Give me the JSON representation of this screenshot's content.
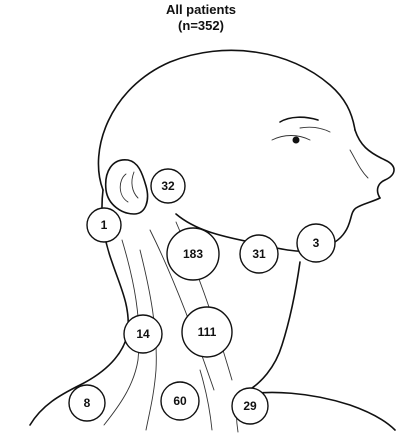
{
  "title": {
    "line1": "All patients",
    "line2": "(n=352)"
  },
  "nodes": [
    {
      "id": "preauricular",
      "label": "32"
    },
    {
      "id": "postauricular",
      "label": "1"
    },
    {
      "id": "submandibular-upper-jugular",
      "label": "183"
    },
    {
      "id": "submental-adjacent",
      "label": "31"
    },
    {
      "id": "submental",
      "label": "3"
    },
    {
      "id": "posterior-triangle",
      "label": "14"
    },
    {
      "id": "mid-jugular",
      "label": "111"
    },
    {
      "id": "supraclavicular-posterior",
      "label": "8"
    },
    {
      "id": "lower-jugular",
      "label": "60"
    },
    {
      "id": "anterior-lower",
      "label": "29"
    }
  ]
}
